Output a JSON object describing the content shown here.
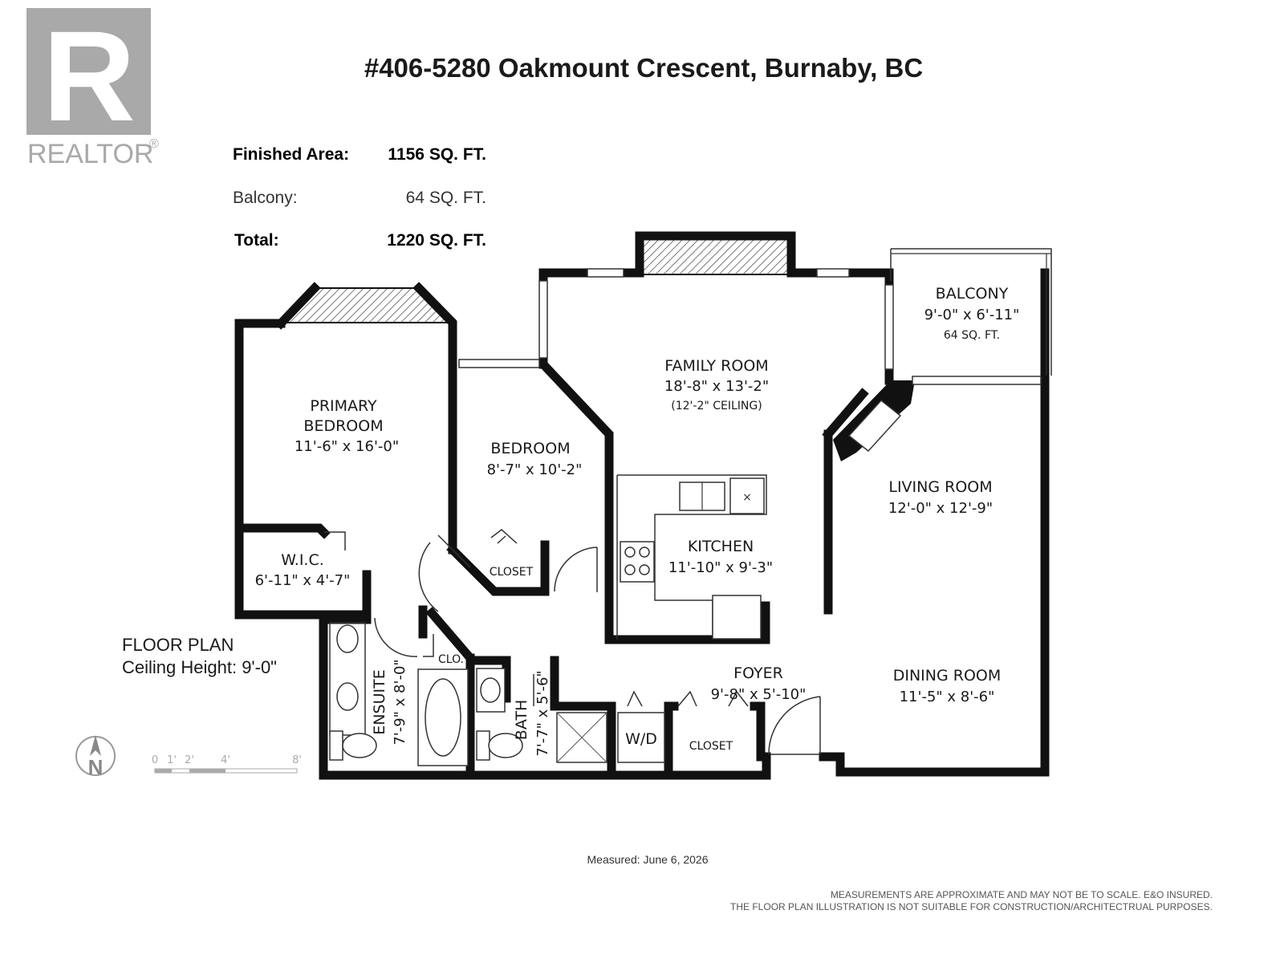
{
  "logo": {
    "letter": "R",
    "wordmark": "REALTOR",
    "mark": "®"
  },
  "title": "#406-5280 Oakmount Crescent, Burnaby, BC",
  "areas": [
    {
      "label": "Finished Area:",
      "value": "1156 SQ. FT."
    },
    {
      "label": "Balcony:",
      "value": "64 SQ. FT."
    },
    {
      "label": "Total:",
      "value": "1220 SQ. FT."
    }
  ],
  "plan_info": {
    "line1": "FLOOR PLAN",
    "line2": "Ceiling Height: 9'-0\""
  },
  "rooms": {
    "balcony": {
      "name": "BALCONY",
      "dims": "9'-0\" x 6'-11\"",
      "note": "64 SQ. FT."
    },
    "family": {
      "name": "FAMILY ROOM",
      "dims": "18'-8\" x 13'-2\"",
      "note": "(12'-2\" CEILING)"
    },
    "primary": {
      "name1": "PRIMARY",
      "name2": "BEDROOM",
      "dims": "11'-6\" x 16'-0\""
    },
    "bedroom": {
      "name": "BEDROOM",
      "dims": "8'-7\" x 10'-2\""
    },
    "living": {
      "name": "LIVING ROOM",
      "dims": "12'-0\" x 12'-9\""
    },
    "kitchen": {
      "name": "KITCHEN",
      "dims": "11'-10\" x 9'-3\""
    },
    "closet1": {
      "name": "CLOSET"
    },
    "wic": {
      "name": "W.I.C.",
      "dims": "6'-11\" x 4'-7\""
    },
    "dining": {
      "name": "DINING ROOM",
      "dims": "11'-5\" x 8'-6\""
    },
    "foyer": {
      "name": "FOYER",
      "dims": "9'-8\" x 5'-10\""
    },
    "clo": {
      "name": "CLO."
    },
    "ensuite": {
      "name": "ENSUITE",
      "dims": "7'-9\" x 8'-0\""
    },
    "bath": {
      "name": "BATH",
      "dims": "7'-7\" x 5'-6\""
    },
    "wd": {
      "name": "W/D"
    },
    "closet2": {
      "name": "CLOSET"
    }
  },
  "scale": {
    "ticks": [
      "0",
      "1'",
      "2'",
      "4'",
      "8'"
    ]
  },
  "compass": {
    "letter": "N"
  },
  "measured": "Measured: June 6, 2026",
  "disclaimer": {
    "line1": "MEASUREMENTS ARE APPROXIMATE AND MAY NOT BE TO SCALE. E&O INSURED.",
    "line2": "THE FLOOR PLAN ILLUSTRATION IS NOT SUITABLE FOR CONSTRUCTION/ARCHITECTRUAL PURPOSES."
  }
}
